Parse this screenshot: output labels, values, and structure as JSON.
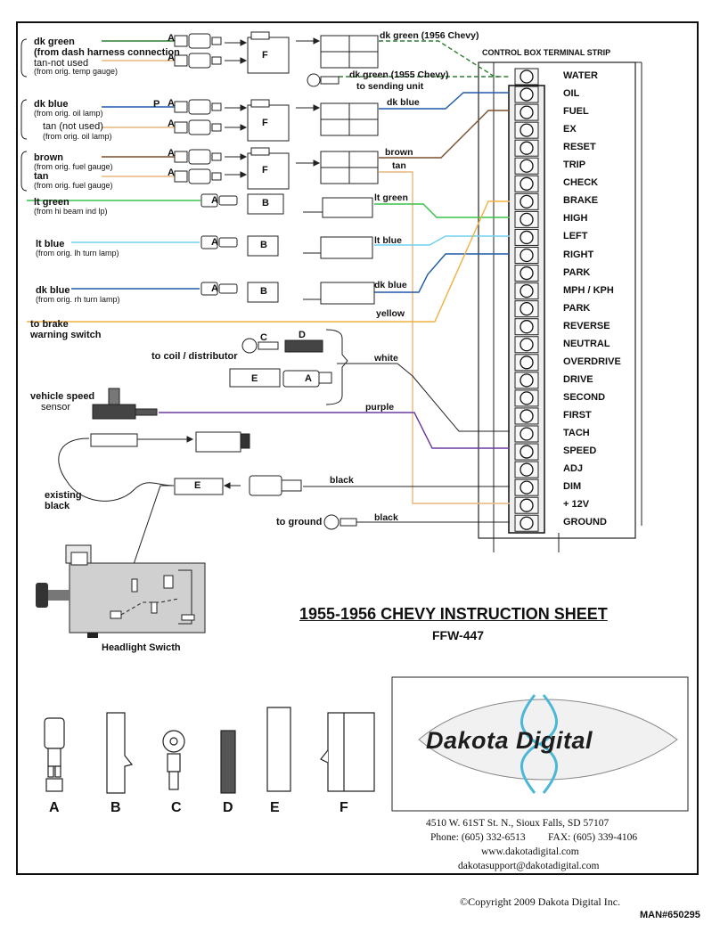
{
  "document": {
    "title": "1955-1956 CHEVY INSTRUCTION SHEET",
    "part_number": "FFW-447",
    "copyright": "©Copyright 2009 Dakota Digital Inc.",
    "manual_number": "MAN#650295"
  },
  "control_box": {
    "heading": "CONTROL BOX TERMINAL STRIP",
    "terminals": [
      "WATER",
      "OIL",
      "FUEL",
      "EX",
      "RESET",
      "TRIP",
      "CHECK",
      "BRAKE",
      "HIGH",
      "LEFT",
      "RIGHT",
      "PARK",
      "MPH / KPH",
      "PARK",
      "REVERSE",
      "NEUTRAL",
      "OVERDRIVE",
      "DRIVE",
      "SECOND",
      "FIRST",
      "TACH",
      "SPEED",
      "ADJ",
      "DIM",
      "+ 12V",
      "GROUND"
    ]
  },
  "sources": {
    "dk_green": "dk green",
    "dk_green_sub": "(from dash harness connection",
    "tan_not_used_1": "tan-not used",
    "tan_not_used_1_sub": "(from orig. temp gauge)",
    "dk_blue": "dk blue",
    "dk_blue_sub": "(from orig. oil lamp)",
    "tan_not_used_2": "tan (not used)",
    "tan_not_used_2_sub": "(from orig. oil lamp)",
    "brown": "brown",
    "brown_sub": "(from orig. fuel gauge)",
    "tan": "tan",
    "tan_sub": "(from orig. fuel gauge)",
    "lt_green": "lt green",
    "lt_green_sub": "(from hi beam ind lp)",
    "lt_blue": "lt blue",
    "lt_blue_sub": "(from orig. lh turn lamp)",
    "dk_blue_2": "dk blue",
    "dk_blue_2_sub": "(from orig. rh turn lamp)",
    "brake_1": "to brake",
    "brake_2": "warning switch",
    "coil": "to coil / distributor",
    "vss_1": "vehicle speed",
    "vss_2": "sensor",
    "existing_1": "existing",
    "existing_2": "black",
    "ground": "to ground",
    "headlight": "Headlight Swicth"
  },
  "wire_labels": {
    "dk_green_1956": "dk green (1956 Chevy)",
    "dk_green_1955": "dk green (1955 Chevy)",
    "sending_unit": "to sending unit",
    "dk_blue": "dk blue",
    "brown": "brown",
    "tan": "tan",
    "lt_green": "lt green",
    "lt_blue": "lt blue",
    "dk_blue_2": "dk blue",
    "yellow": "yellow",
    "white": "white",
    "purple": "purple",
    "black": "black",
    "black_2": "black"
  },
  "connector_letters": {
    "a": "A",
    "p": "P",
    "b": "B",
    "c": "C",
    "d": "D",
    "e": "E",
    "f": "F"
  },
  "legend": [
    "A",
    "B",
    "C",
    "D",
    "E",
    "F"
  ],
  "company": {
    "logo_text": "Dakota Digital",
    "address": "4510 W. 61ST St. N., Sioux Falls, SD  57107",
    "phone": "Phone: (605) 332-6513",
    "fax": "FAX: (605) 339-4106",
    "web": "www.dakotadigital.com",
    "email": "dakotasupport@dakotadigital.com"
  },
  "colors": {
    "dk_green": "#2e7d32",
    "dk_blue": "#1e5aa8",
    "tan": "#e8b77a",
    "brown": "#7a4e2a",
    "lt_green": "#39c24a",
    "lt_blue": "#6fd0f0",
    "yellow": "#f0b040",
    "purple": "#6a3aa0"
  }
}
